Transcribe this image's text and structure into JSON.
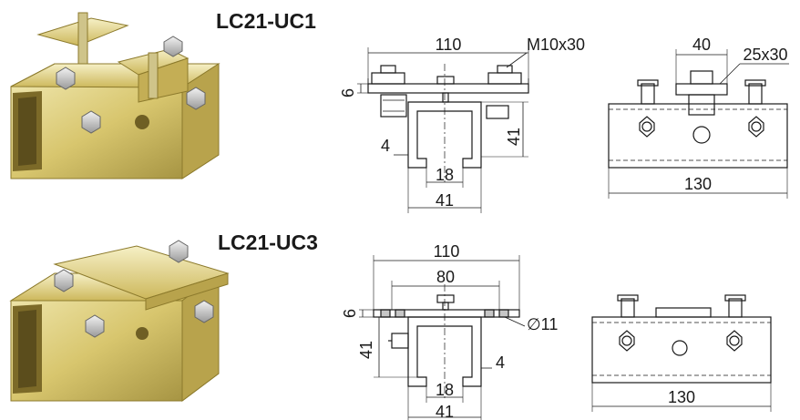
{
  "products": [
    {
      "model": "LC21-UC1",
      "front_view": {
        "width": "110",
        "bolt": "M10x30",
        "plate_thickness": "6",
        "offset": "4",
        "height": "41",
        "slot": "18",
        "channel_width": "41"
      },
      "side_view": {
        "plate_width": "40",
        "plate_label": "25x30",
        "length": "130"
      }
    },
    {
      "model": "LC21-UC3",
      "front_view": {
        "width": "110",
        "inner_width": "80",
        "plate_thickness": "6",
        "hole": "∅11",
        "height": "41",
        "offset": "4",
        "slot": "18",
        "channel_width": "41"
      },
      "side_view": {
        "length": "130"
      }
    }
  ],
  "colors": {
    "metal_light": "#eadf9a",
    "metal_mid": "#c9b45a",
    "metal_dark": "#8c7a2c",
    "line": "#1a1a1a"
  }
}
